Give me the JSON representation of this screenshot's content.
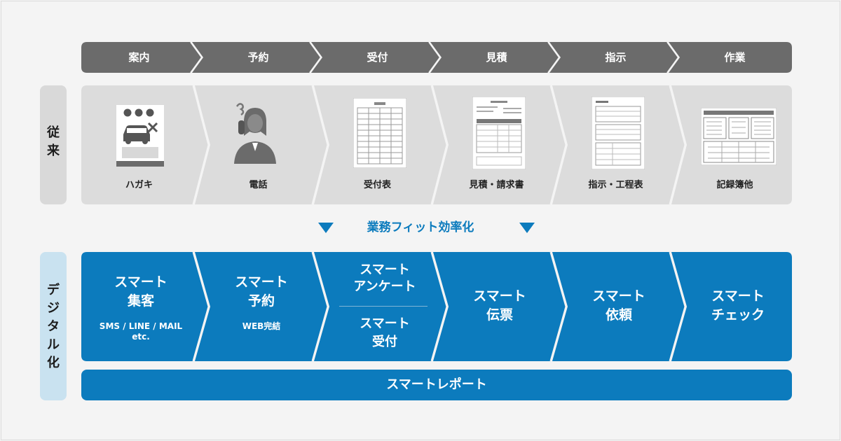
{
  "steps": [
    "案内",
    "予約",
    "受付",
    "見積",
    "指示",
    "作業"
  ],
  "traditional": {
    "label": "従来",
    "items": [
      {
        "label": "ハガキ",
        "icon": "postcard-icon"
      },
      {
        "label": "電話",
        "icon": "phone-operator-icon"
      },
      {
        "label": "受付表",
        "icon": "reception-form-icon"
      },
      {
        "label": "見積・請求書",
        "icon": "invoice-document-icon"
      },
      {
        "label": "指示・工程表",
        "icon": "work-instruction-sheet-icon"
      },
      {
        "label": "記録簿他",
        "icon": "record-book-icon"
      }
    ]
  },
  "efficiency_label": "業務フィット効率化",
  "digital": {
    "label": "デジタル化",
    "items": [
      {
        "title": [
          "スマート",
          "集客"
        ],
        "sub": [
          "SMS / LINE / MAIL",
          "etc."
        ]
      },
      {
        "title": [
          "スマート",
          "予約"
        ],
        "sub": [
          "WEB完結"
        ]
      },
      {
        "title": [
          "スマート",
          "アンケート"
        ],
        "title2": [
          "スマート",
          "受付"
        ]
      },
      {
        "title": [
          "スマート",
          "伝票"
        ]
      },
      {
        "title": [
          "スマート",
          "依頼"
        ]
      },
      {
        "title": [
          "スマート",
          "チェック"
        ]
      }
    ],
    "report": "スマートレポート"
  },
  "colors": {
    "dark_grey": "#6b6b6b",
    "light_grey": "#dcdcdc",
    "blue": "#0c7bbd",
    "side_blue": "#c9e2f0"
  }
}
